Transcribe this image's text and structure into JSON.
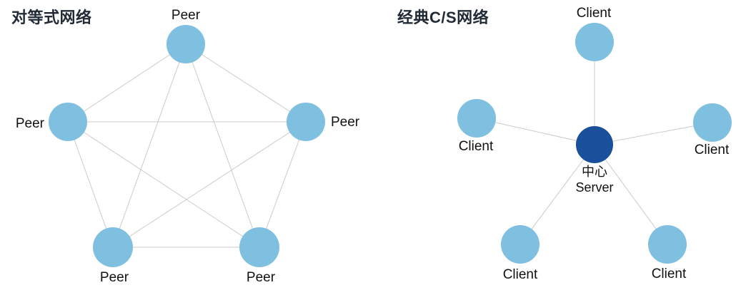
{
  "p2p_diagram": {
    "title": "对等式网络",
    "topology": "full-mesh",
    "nodes": {
      "top": {
        "label": "Peer"
      },
      "left": {
        "label": "Peer"
      },
      "right": {
        "label": "Peer"
      },
      "bottom_left": {
        "label": "Peer"
      },
      "bottom_right": {
        "label": "Peer"
      }
    },
    "edges": [
      [
        "top",
        "left"
      ],
      [
        "top",
        "right"
      ],
      [
        "top",
        "bottom_left"
      ],
      [
        "top",
        "bottom_right"
      ],
      [
        "left",
        "right"
      ],
      [
        "left",
        "bottom_left"
      ],
      [
        "left",
        "bottom_right"
      ],
      [
        "right",
        "bottom_left"
      ],
      [
        "right",
        "bottom_right"
      ],
      [
        "bottom_left",
        "bottom_right"
      ]
    ]
  },
  "cs_diagram": {
    "title": "经典C/S网络",
    "topology": "star",
    "center": {
      "label_zh": "中心",
      "label_en": "Server"
    },
    "nodes": {
      "top": {
        "label": "Client"
      },
      "left": {
        "label": "Client"
      },
      "right": {
        "label": "Client"
      },
      "bottom_left": {
        "label": "Client"
      },
      "bottom_right": {
        "label": "Client"
      }
    },
    "edges": [
      [
        "center",
        "top"
      ],
      [
        "center",
        "left"
      ],
      [
        "center",
        "right"
      ],
      [
        "center",
        "bottom_left"
      ],
      [
        "center",
        "bottom_right"
      ]
    ]
  },
  "colors": {
    "client_node": "#7FBFE0",
    "server_node": "#1A4F9B",
    "edge_line": "#CBCBCB",
    "title_text": "#212B36",
    "label_text": "#111111"
  }
}
